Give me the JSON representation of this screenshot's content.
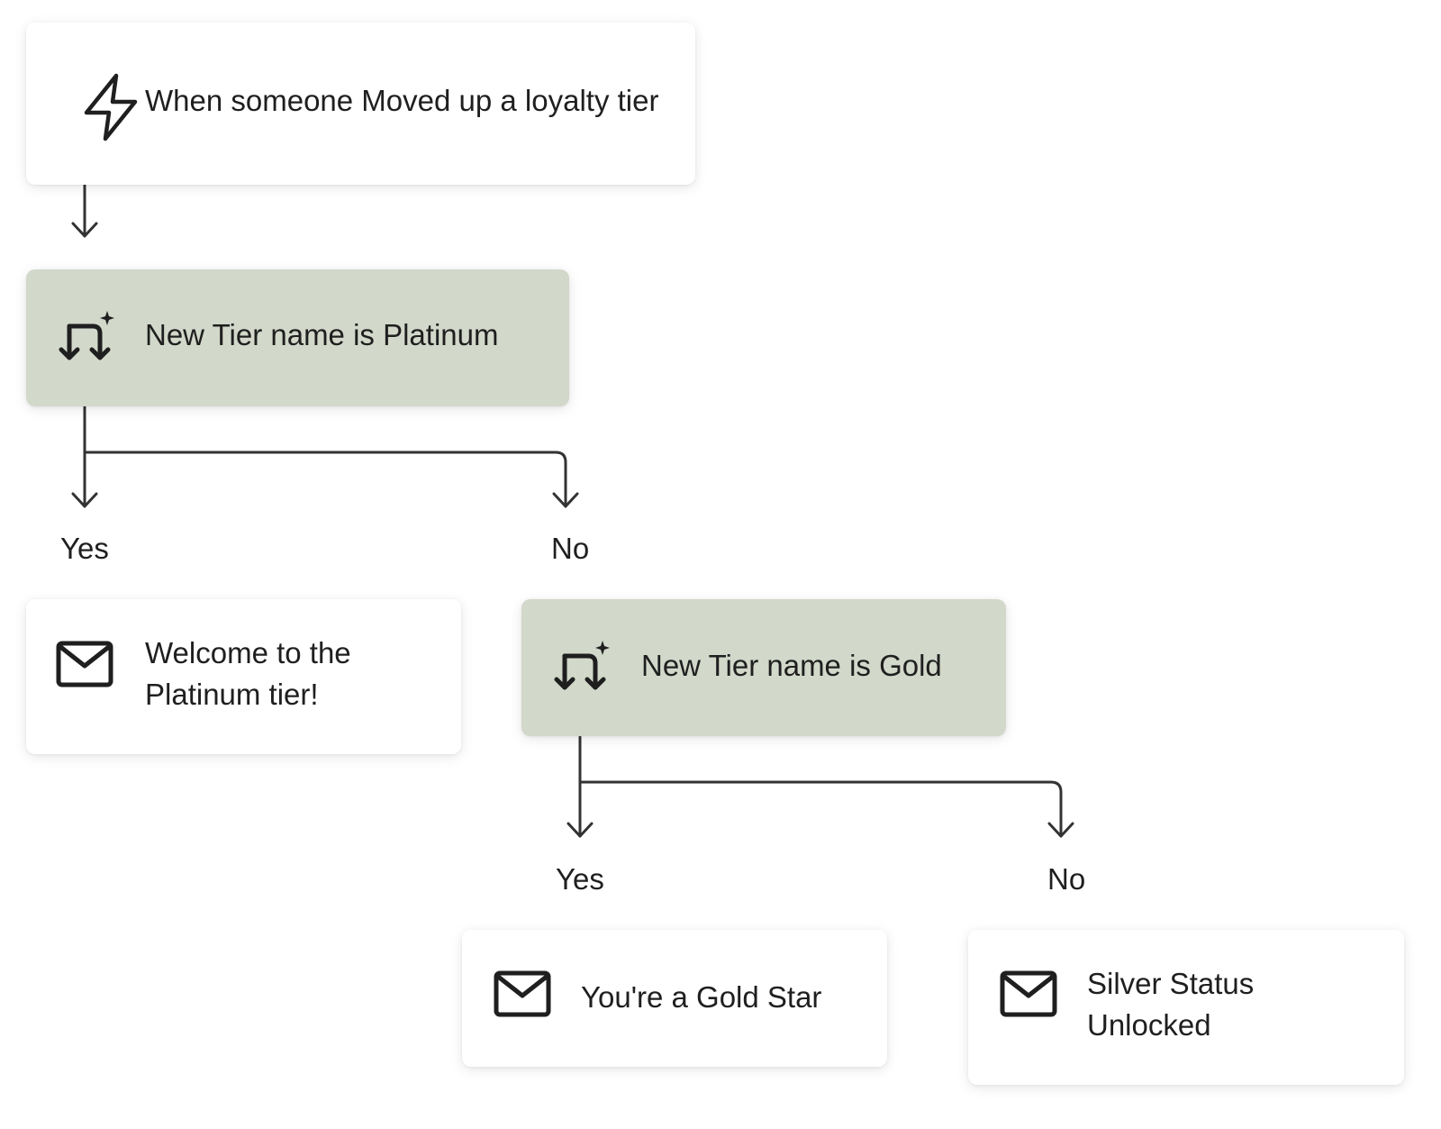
{
  "flow": {
    "trigger": {
      "icon": "lightning-icon",
      "label": "When someone Moved up a loyalty tier"
    },
    "split_platinum": {
      "icon": "split-icon",
      "label": "New Tier name is Platinum"
    },
    "branch_platinum_yes": "Yes",
    "branch_platinum_no": "No",
    "email_platinum": {
      "icon": "envelope-icon",
      "label": "Welcome to the Platinum tier!"
    },
    "split_gold": {
      "icon": "split-icon",
      "label": "New Tier name is Gold"
    },
    "branch_gold_yes": "Yes",
    "branch_gold_no": "No",
    "email_gold": {
      "icon": "envelope-icon",
      "label": "You're a Gold Star"
    },
    "email_silver": {
      "icon": "envelope-icon",
      "label": "Silver Status Unlocked"
    }
  },
  "colors": {
    "split_background": "#d2d8ca",
    "card_background": "#ffffff",
    "line": "#333333",
    "text": "#1f1f1f"
  }
}
